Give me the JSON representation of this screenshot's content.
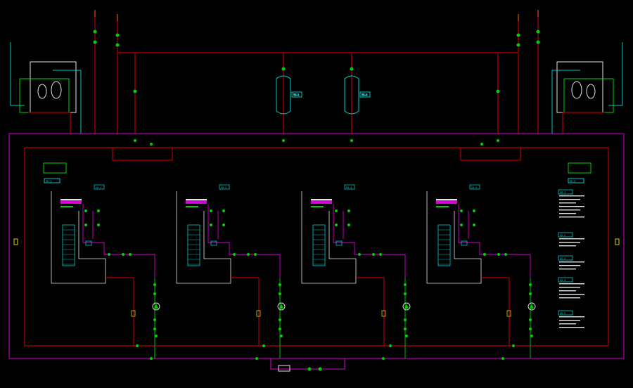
{
  "colors": {
    "background": "#000000",
    "magenta": "#d800d8",
    "red": "#e00000",
    "cyan": "#00c8c8",
    "green": "#00d000",
    "white": "#e6e6e6",
    "yellow": "#e0d000",
    "orange": "#ff6a00"
  },
  "tanks": [
    {
      "tag": "TK-1"
    },
    {
      "tag": "TK-2"
    }
  ],
  "units": [
    {
      "tag": "LU-1"
    },
    {
      "tag": "LU-2"
    },
    {
      "tag": "LU-3"
    },
    {
      "tag": "LU-4"
    }
  ],
  "side_equipment": [
    {
      "tag": "SE-1"
    },
    {
      "tag": "SE-2"
    }
  ],
  "legend": {
    "headers": [
      "LG-1",
      "LG-2",
      "LG-3",
      "LG-4",
      "LG-5"
    ]
  }
}
